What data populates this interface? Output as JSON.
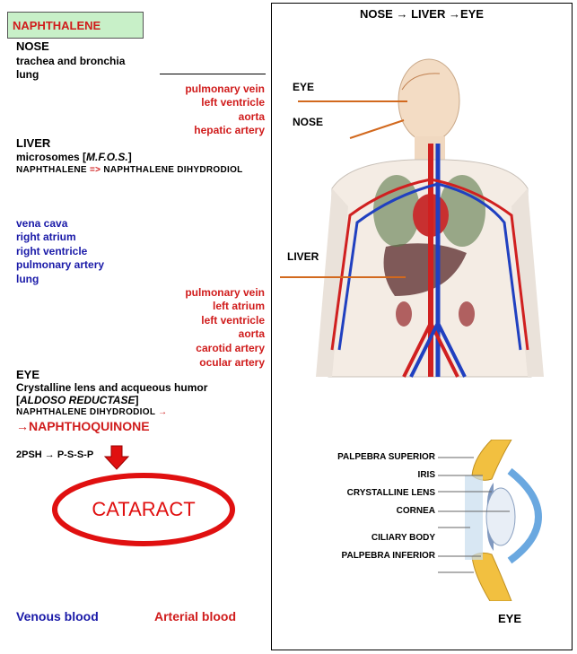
{
  "title": "NAPHTHALENE",
  "left": {
    "nose": {
      "heading": "NOSE",
      "lines": [
        "trachea and bronchia",
        "lung"
      ]
    },
    "arterial1": [
      "pulmonary vein",
      "left ventricle",
      "aorta",
      "hepatic artery"
    ],
    "liver": {
      "heading": "LIVER",
      "microsomes_prefix": "microsomes [",
      "microsomes_italic": "M.F.O.S.",
      "microsomes_suffix": "]",
      "reaction_a": "NAPHTHALENE",
      "reaction_arrow": "=>",
      "reaction_b": "NAPHTHALENE DIHYDRODIOL"
    },
    "venous": [
      "vena cava",
      "right atrium",
      "right  ventricle",
      "pulmonary artery",
      "lung"
    ],
    "arterial2": [
      "pulmonary vein",
      "left atrium",
      "left ventricle",
      "aorta",
      "carotid artery",
      "ocular artery"
    ],
    "eye": {
      "heading": "EYE",
      "line1": "Crystalline lens and acqueous humor",
      "line2_prefix": "[",
      "line2_italic": "ALDOSO REDUCTASE",
      "line2_suffix": "]",
      "line3": "NAPHTHALENE DIHYDRODIOL",
      "line3_arrow": "→",
      "line4": "→NAPHTHOQUINONE"
    },
    "reaction": "2PSH → P-S-S-P",
    "cataract": "CATARACT",
    "legend": {
      "venous": "Venous blood",
      "arterial": "Arterial blood"
    }
  },
  "right": {
    "header": "NOSE → LIVER →EYE",
    "body_labels": {
      "eye": "EYE",
      "nose": "NOSE",
      "liver": "LIVER"
    },
    "eye_labels": [
      "PALPEBRA SUPERIOR",
      "IRIS",
      "CRYSTALLINE LENS",
      "CORNEA",
      "CILIARY BODY",
      "PALPEBRA INFERIOR"
    ],
    "eye_caption": "EYE"
  },
  "colors": {
    "arterial": "#d01c1c",
    "venous": "#1a1aa8",
    "title_bg": "#c8f0c8",
    "pointer": "#d2691e"
  }
}
